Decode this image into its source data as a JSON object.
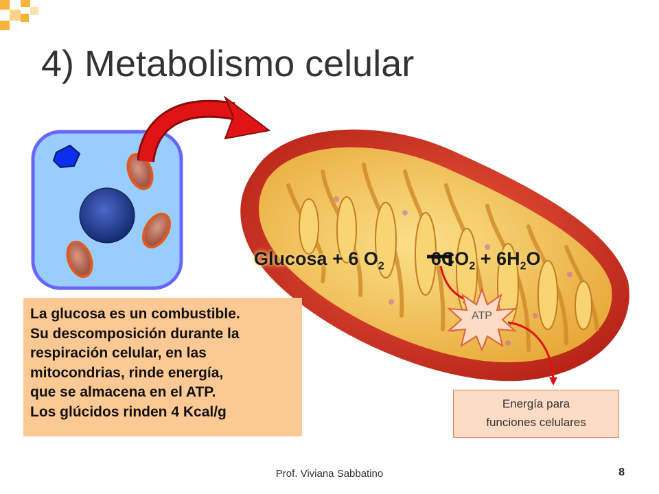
{
  "slide": {
    "title": "4) Metabolismo celular",
    "footer_author": "Prof. Viviana Sabbatino",
    "page_number": "8"
  },
  "equation": {
    "reactant1": "Glucosa",
    "plus1": "+",
    "reactant2_coef": "6 O",
    "reactant2_sub": "2",
    "product1": "6CO",
    "product1_sub": "2",
    "plus2": "+",
    "product2": "6H",
    "product2_sub": "2",
    "product2_end": "O"
  },
  "atp_label": "ATP",
  "info_box": {
    "lines": [
      "La glucosa es un combustible.",
      "Su descomposición durante la",
      "respiración celular, en las",
      "mitocondrias, rinde energía,",
      "que se almacena en el ATP.",
      "Los glúcidos rinden 4 Kcal/g"
    ]
  },
  "energy_box": {
    "line1": "Energía para",
    "line2": "funciones celulares"
  },
  "colors": {
    "cell_fill": "#99ccff",
    "cell_border": "#6666ff",
    "nucleus": "#1f3a8a",
    "mitochondria_outer": "#d03a2a",
    "mitochondria_inner": "#f2c04a",
    "info_box_bg": "#fcc893",
    "energy_box_bg": "#fcdcc4",
    "arrow_red": "#e01010"
  }
}
